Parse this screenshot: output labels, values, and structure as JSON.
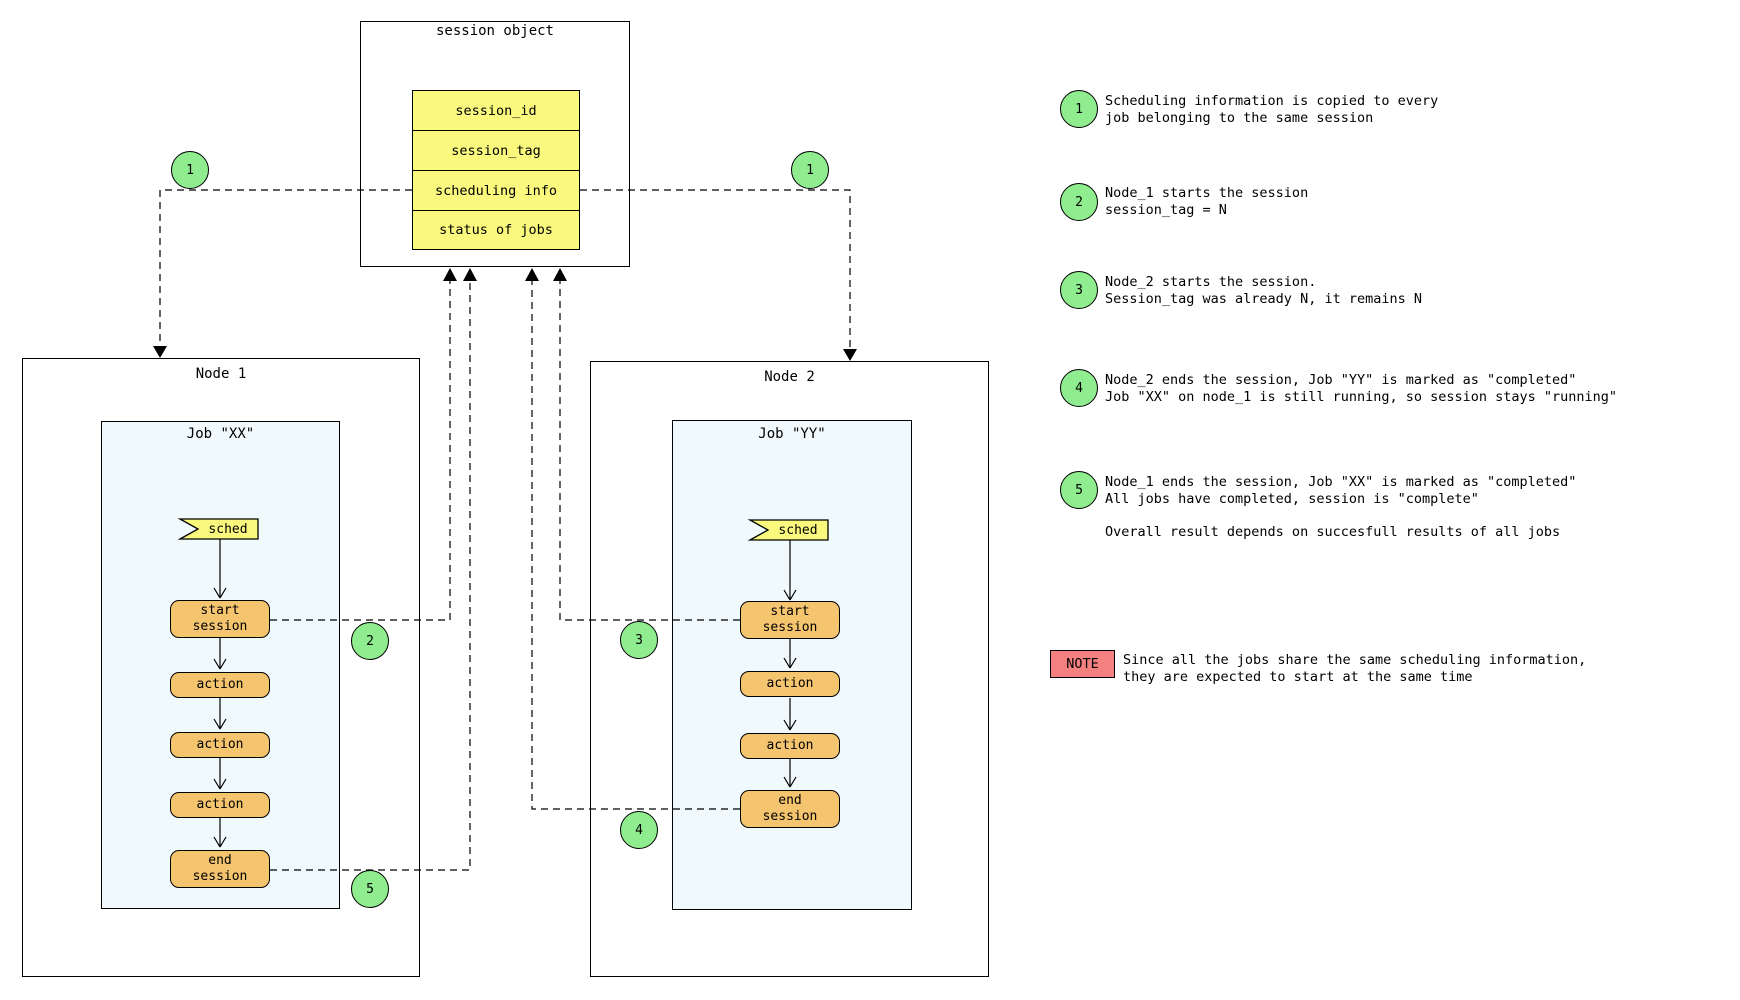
{
  "session_object": {
    "title": "session object",
    "fields": [
      "session_id",
      "session_tag",
      "scheduling info",
      "status of jobs"
    ]
  },
  "nodes": [
    {
      "title": "Node 1",
      "job": {
        "title": "Job \"XX\"",
        "flag": "sched",
        "steps": [
          {
            "lines": [
              "start",
              "session"
            ]
          },
          {
            "lines": [
              "action"
            ]
          },
          {
            "lines": [
              "action"
            ]
          },
          {
            "lines": [
              "action"
            ]
          },
          {
            "lines": [
              "end",
              "session"
            ]
          }
        ]
      }
    },
    {
      "title": "Node 2",
      "job": {
        "title": "Job \"YY\"",
        "flag": "sched",
        "steps": [
          {
            "lines": [
              "start",
              "session"
            ]
          },
          {
            "lines": [
              "action"
            ]
          },
          {
            "lines": [
              "action"
            ]
          },
          {
            "lines": [
              "end",
              "session"
            ]
          }
        ]
      }
    }
  ],
  "markers": {
    "one_left": "1",
    "one_right": "1",
    "two": "2",
    "three": "3",
    "four": "4",
    "five": "5"
  },
  "legend": {
    "items": [
      {
        "num": "1",
        "line1": "Scheduling information is copied to every",
        "line2": "job belonging to the same session"
      },
      {
        "num": "2",
        "line1": "Node_1 starts the session",
        "line2": "session_tag = N"
      },
      {
        "num": "3",
        "line1": "Node_2 starts the session.",
        "line2": "Session_tag was already N, it remains N"
      },
      {
        "num": "4",
        "line1": "Node_2 ends the session, Job \"YY\" is marked as \"completed\"",
        "line2": "Job \"XX\" on node_1 is still running, so session stays \"running\""
      },
      {
        "num": "5",
        "line1": "Node_1 ends the session, Job \"XX\" is marked as \"completed\"",
        "line2": "All jobs have completed, session is \"complete\""
      }
    ],
    "footnote": "Overall result depends on succesfull results of all jobs"
  },
  "note": {
    "label": "NOTE",
    "line1": "Since all the jobs share the same scheduling information,",
    "line2": "they are expected to start at the same time"
  },
  "colors": {
    "field_yellow": "#FAF97E",
    "step_orange": "#F5C46F",
    "marker_green": "#8FEC8F",
    "job_background": "#F0F9FC",
    "note_red": "#F48080",
    "line_black": "#000000"
  }
}
